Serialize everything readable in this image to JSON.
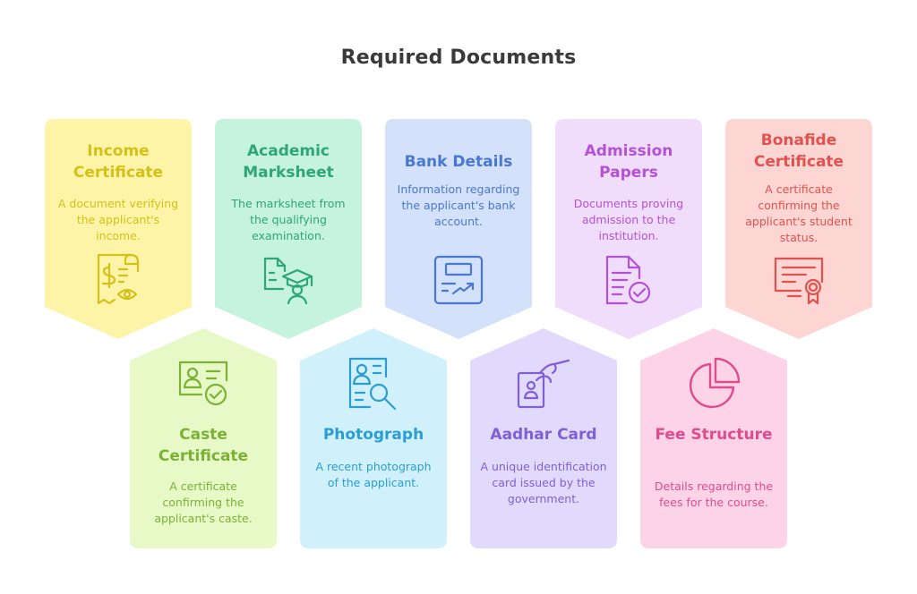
{
  "title": "Required Documents",
  "cards": [
    {
      "heading": "Income Certificate",
      "desc": "A document verifying the applicant's income.",
      "icon": "income-certificate-icon",
      "color": "#d4c017",
      "fill": "#fdf4a8"
    },
    {
      "heading": "Academic Marksheet",
      "desc": "The marksheet from the qualifying examination.",
      "icon": "graduate-document-icon",
      "color": "#2fa57a",
      "fill": "#c5f3dd"
    },
    {
      "heading": "Bank Details",
      "desc": "Information regarding the applicant's bank account.",
      "icon": "bank-card-icon",
      "color": "#4a78d0",
      "fill": "#d3e1fb"
    },
    {
      "heading": "Admission Papers",
      "desc": "Documents proving admission to the institution.",
      "icon": "document-check-icon",
      "color": "#b452d6",
      "fill": "#f0dcfb"
    },
    {
      "heading": "Bonafide Certificate",
      "desc": "A certificate confirming the applicant's student status.",
      "icon": "certificate-badge-icon",
      "color": "#e0524e",
      "fill": "#fdd5d2"
    },
    {
      "heading": "Caste Certificate",
      "desc": "A certificate confirming the applicant's caste.",
      "icon": "id-card-check-icon",
      "color": "#7bb235",
      "fill": "#e6f9c6"
    },
    {
      "heading": "Photograph",
      "desc": "A recent photograph of the applicant.",
      "icon": "profile-search-icon",
      "color": "#2a9ed2",
      "fill": "#d0f0fc"
    },
    {
      "heading": "Aadhar Card",
      "desc": "A unique identification card issued by the government.",
      "icon": "hand-id-card-icon",
      "color": "#7d5fd6",
      "fill": "#e2dafd"
    },
    {
      "heading": "Fee Structure",
      "desc": "Details regarding the fees for the course.",
      "icon": "pie-chart-icon",
      "color": "#e04b8e",
      "fill": "#fdd3e7"
    }
  ]
}
